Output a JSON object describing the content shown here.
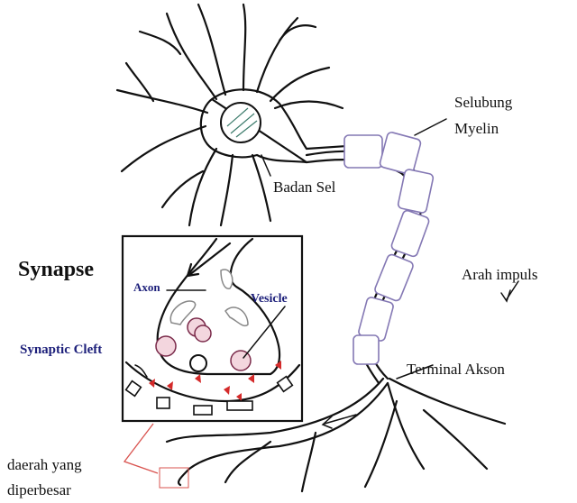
{
  "labels": {
    "myelin_line1": "Selubung",
    "myelin_line2": "Myelin",
    "cell_body": "Badan Sel",
    "impulse_direction": "Arah impuls",
    "axon_terminal": "Terminal Akson",
    "synapse_title": "Synapse",
    "axon": "Axon",
    "vesicle": "Vesicle",
    "synaptic_cleft": "Synaptic Cleft",
    "magnified_line1": "daerah yang",
    "magnified_line2": "diperbesar"
  },
  "colors": {
    "myelin": "#8478b4",
    "inset_labels": "#1c1f7a",
    "neurotransmitter": "#d42a2a",
    "pointer": "#d9534f"
  }
}
